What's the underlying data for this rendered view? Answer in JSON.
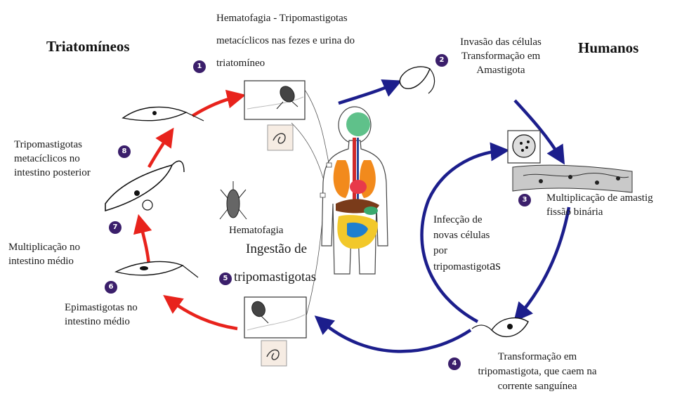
{
  "headings": {
    "left": "Triatomíneos",
    "right": "Humanos"
  },
  "steps": [
    {
      "n": "1",
      "lines": [
        "Hematofagia - Tripomastigotas",
        "metacíclicos nas fezes e urina do",
        "triatomíneo"
      ]
    },
    {
      "n": "2",
      "lines": [
        "Invasão das células",
        "Transformação em",
        "Amastigota"
      ]
    },
    {
      "n": "3",
      "lines": [
        "Multiplicação de amastig",
        "fissão binária"
      ]
    },
    {
      "n": "4",
      "lines": [
        "Transformação em",
        "tripomastigota, que caem na",
        "corrente sanguínea"
      ]
    },
    {
      "n": "5",
      "lines": [
        "Hematofagia",
        "Ingestão de",
        "tripomastigotas"
      ]
    },
    {
      "n": "6",
      "lines": [
        "Epimastigotas no",
        "intestino médio"
      ]
    },
    {
      "n": "7",
      "lines": [
        "Multiplicação no",
        "intestino médio"
      ]
    },
    {
      "n": "8",
      "lines": [
        "Tripomastigotas",
        "metacíclicos no",
        "intestino posterior"
      ]
    }
  ],
  "center_label": {
    "lines": [
      "Infecção de",
      "novas células",
      "por",
      "tripomastigot",
      "as"
    ]
  },
  "colors": {
    "red_arrow": "#e8231c",
    "blue_arrow": "#1c1e8c",
    "badge": "#3b1f6b"
  }
}
